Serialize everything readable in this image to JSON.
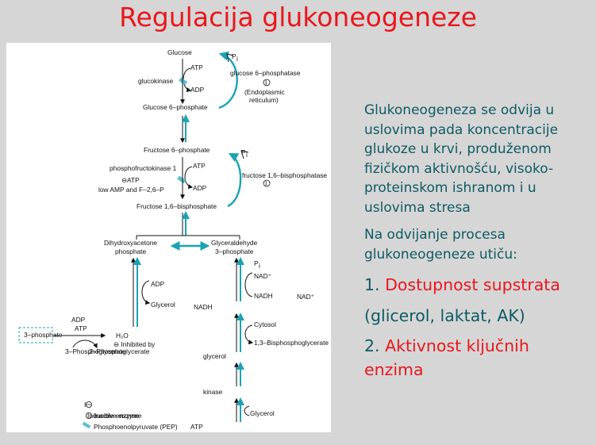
{
  "title": "Regulacija glukoneogeneze",
  "colors": {
    "title": "#e8171d",
    "body_text": "#0e5a63",
    "highlight": "#e8171d",
    "arrow_teal": "#1aa3b4",
    "background": "#d6d6d6"
  },
  "diagram": {
    "labels": [
      "Glucose",
      "ATP",
      "glucokinase",
      "ADP",
      "Glucose 6–phosphate",
      "P",
      "i",
      "glucose 6–phosphatase",
      "I",
      "(Endoplasmic",
      "reticulum)",
      "Fructose 6–phosphate",
      "P",
      "i",
      "phosphofructokinase 1",
      "ATP",
      "⊖ATP",
      "low AMP and F–2,6–P",
      "ADP",
      "fructose 1,6–bisphosphatase",
      "I",
      "Fructose 1,6–bisphosphate",
      "Dihydroxyacetone",
      "phosphate",
      "Glyceraldehyde",
      "3–phosphate",
      "P",
      "i",
      "NAD⁺",
      "NADH",
      "NAD⁺",
      "NADH",
      "Cytosol",
      "1,3–Bisphosphoglycerate",
      "glycerol",
      "kinase",
      "Glycerol",
      "ATP",
      "ADP",
      "Glycerol",
      "3–phosphate",
      "ADP",
      "ATP",
      "3–Phosphoglycerate",
      "2–Phosphoglycerate",
      "H₂O",
      "⊖ Inhibited by",
      "I",
      "Inducible enzyme",
      "Inactive enzyme",
      "Phosphoenolpyruvate (PEP)"
    ]
  },
  "text": {
    "p1": "Glukoneogeneza se odvija u uslovima pada koncentracije glukoze u krvi, produženom fizičkom aktivnošću, visoko-proteinskom ishranom i u uslovima stresa",
    "p2": "Na odvijanje procesa glukoneogeneze utiču:",
    "item1_num": "1.",
    "item1_text": "Dostupnost supstrata",
    "item1_detail": "(glicerol, laktat, AK)",
    "item2_num": "2.",
    "item2_text": "Aktivnost ključnih enzima"
  }
}
